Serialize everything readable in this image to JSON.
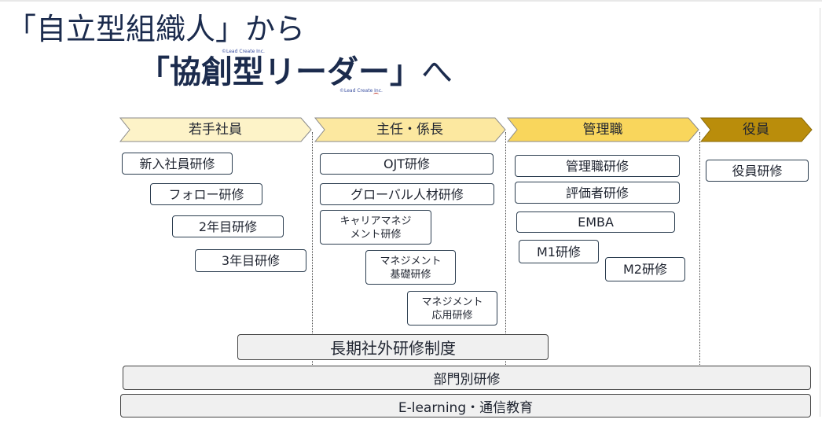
{
  "title": {
    "line1": "「自立型組織人」から",
    "line2_bold": "「協創型リーダー」",
    "line2_tail": "へ",
    "watermark": "©Lead Create Inc."
  },
  "lanes": [
    {
      "label": "若手社員",
      "color": "#fdf3c8"
    },
    {
      "label": "主任・係長",
      "color": "#fce8a0"
    },
    {
      "label": "管理職",
      "color": "#f9d65c"
    },
    {
      "label": "役員",
      "color": "#ba8d0b"
    }
  ],
  "trainings": {
    "young": [
      "新入社員研修",
      "フォロー研修",
      "2年目研修",
      "3年目研修"
    ],
    "chief": {
      "ojt": "OJT研修",
      "global": "グローバル人材研修",
      "career": [
        "キャリアマネジ",
        "メント研修"
      ],
      "mgmt_basic": [
        "マネジメント",
        "基礎研修"
      ],
      "mgmt_applied": [
        "マネジメント",
        "応用研修"
      ]
    },
    "manager": [
      "管理職研修",
      "評価者研修",
      "EMBA",
      "M1研修",
      "M2研修"
    ],
    "executive": [
      "役員研修"
    ]
  },
  "bands": {
    "long_term": "長期社外研修制度",
    "department": "部門別研修",
    "elearning": "E-learning・通信教育"
  }
}
